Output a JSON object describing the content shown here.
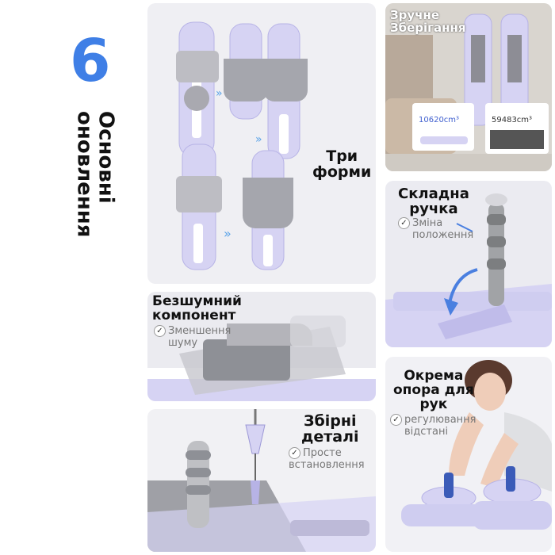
{
  "badge": {
    "number": "6",
    "title_line1": "Основні",
    "title_line2": "оновлення"
  },
  "panels": {
    "forms": {
      "title_line1": "Три",
      "title_line2": "форми"
    },
    "storage": {
      "title_line1": "Зручне",
      "title_line2": "Зберігання",
      "size_a": "10620cm³",
      "size_b": "59483cm³"
    },
    "handle": {
      "title_line1": "Складна",
      "title_line2": "ручка",
      "sub_line1": "Зміна",
      "sub_line2": "положення"
    },
    "silent": {
      "title_line1": "Безшумний",
      "title_line2": "компонент",
      "sub_line1": "Зменшення",
      "sub_line2": "шуму"
    },
    "support": {
      "title_line1": "Окрема",
      "title_line2": "опора для",
      "title_line3": "рук",
      "sub_line1": "регулювання",
      "sub_line2": "відстані"
    },
    "parts": {
      "title_line1": "Збірні",
      "title_line2": "деталі",
      "sub_line1": "Просте",
      "sub_line2": "встановлення"
    }
  },
  "colors": {
    "accent": "#3f7fe6",
    "device_lavender": "#c9c6ef",
    "panel_bg": "#eeeef3"
  },
  "icons": {
    "check": "check-circle-icon",
    "arrow": "double-chevron-right-icon"
  }
}
